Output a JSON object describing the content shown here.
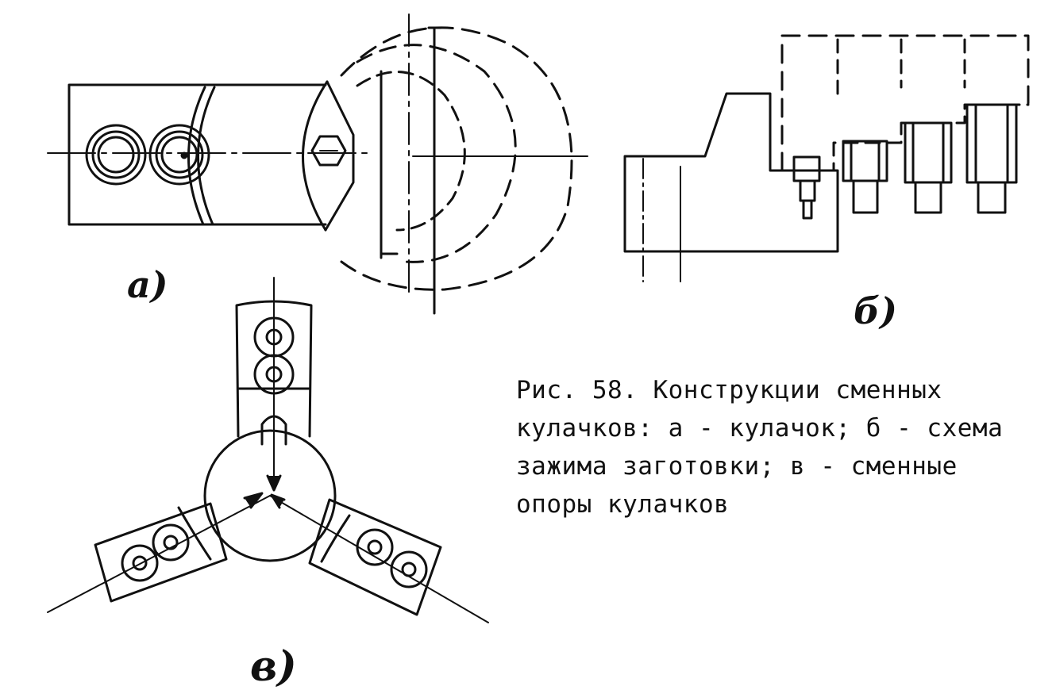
{
  "labels": {
    "a": "a)",
    "b": "б)",
    "v": "в)"
  },
  "caption": {
    "line1": "Рис. 58. Конструкции сменных",
    "line2": "кулачков: а - кулачок; б - схема",
    "line3": "зажима заготовки; в - сменные",
    "line4": "опоры кулачков"
  }
}
